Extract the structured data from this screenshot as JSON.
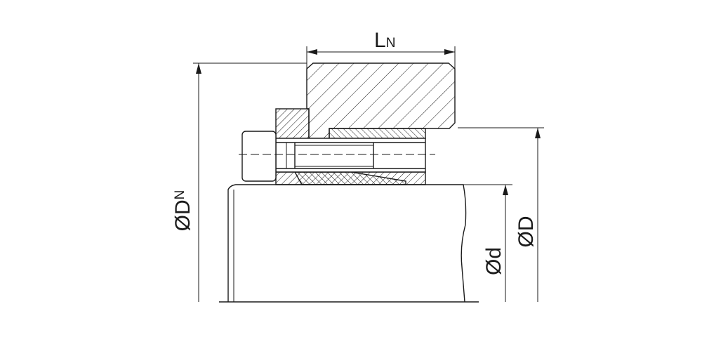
{
  "diagram": {
    "dimensions": {
      "width_ln": {
        "main": "L",
        "sub": "N"
      },
      "hub_dia": {
        "main": "ØD",
        "sub": "N"
      },
      "bore_dia": {
        "main": "Ød",
        "sub": ""
      },
      "outer_dia": {
        "main": "ØD",
        "sub": ""
      }
    }
  },
  "colors": {
    "line": "#1a1a1a",
    "background": "#ffffff"
  }
}
